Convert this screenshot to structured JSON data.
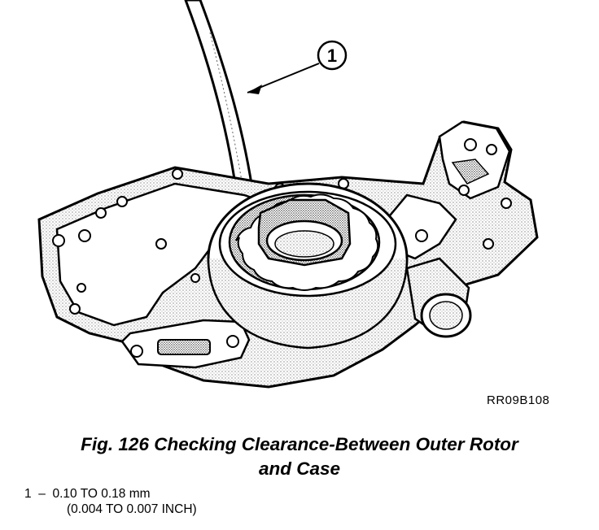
{
  "figure": {
    "callout_number": "1",
    "code": "RR09B108"
  },
  "caption": {
    "line1": "Fig. 126 Checking Clearance-Between Outer Rotor",
    "line2": "and Case"
  },
  "legend": {
    "item_number": "1",
    "dash": "–",
    "value_mm": "0.10 TO 0.18 mm",
    "value_inch": "(0.004 TO 0.007 INCH)"
  }
}
